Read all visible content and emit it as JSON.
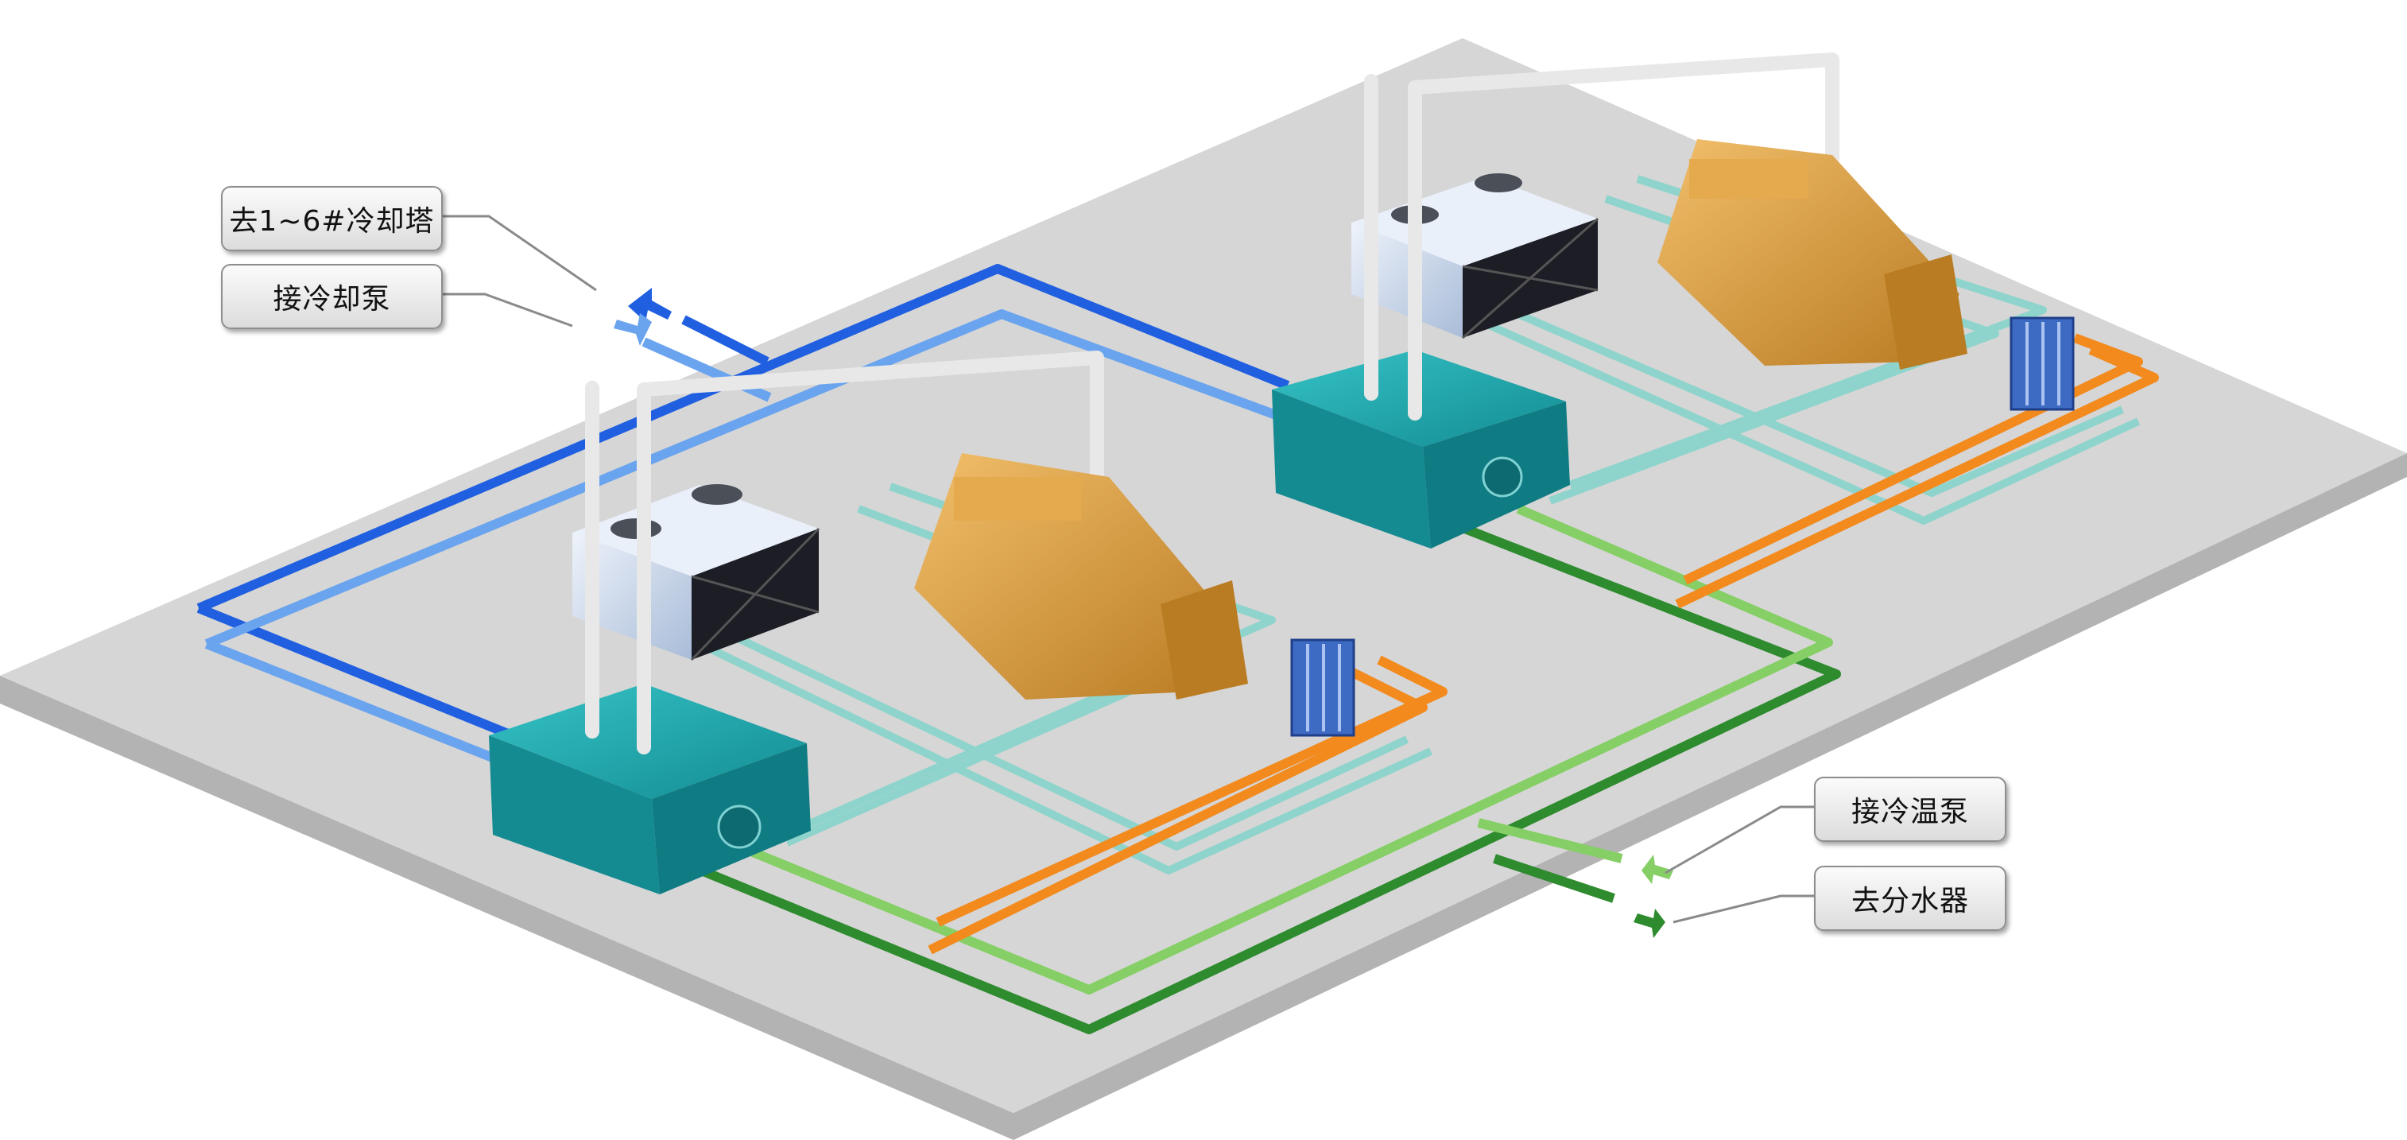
{
  "labels": {
    "to_cooling_tower": "去1~6#冷却塔",
    "from_cooling_pump": "接冷却泵",
    "from_cold_warm_pump": "接冷温泵",
    "to_water_distributor": "去分水器"
  },
  "colors": {
    "platform_top": "#d6d6d6",
    "platform_side": "#b3b3b3",
    "cooling_supply": "#1f5fe0",
    "cooling_return": "#6aa4ee",
    "jacket_water": "#8fd4cc",
    "hot_exhaust": "#f28a1e",
    "chilled_supply": "#2e8b2e",
    "chilled_return": "#86cf66",
    "chiller_body": "#19a3a8",
    "engine_body": "#d99a3a",
    "heat_exchanger": "#3d6bc4",
    "cooling_tower": "#c5d4ea",
    "exhaust_stack": "#e6e6e6"
  },
  "icons": [
    "cooling-tower",
    "absorption-chiller",
    "gas-engine-generator",
    "plate-heat-exchanger",
    "flow-arrow"
  ]
}
